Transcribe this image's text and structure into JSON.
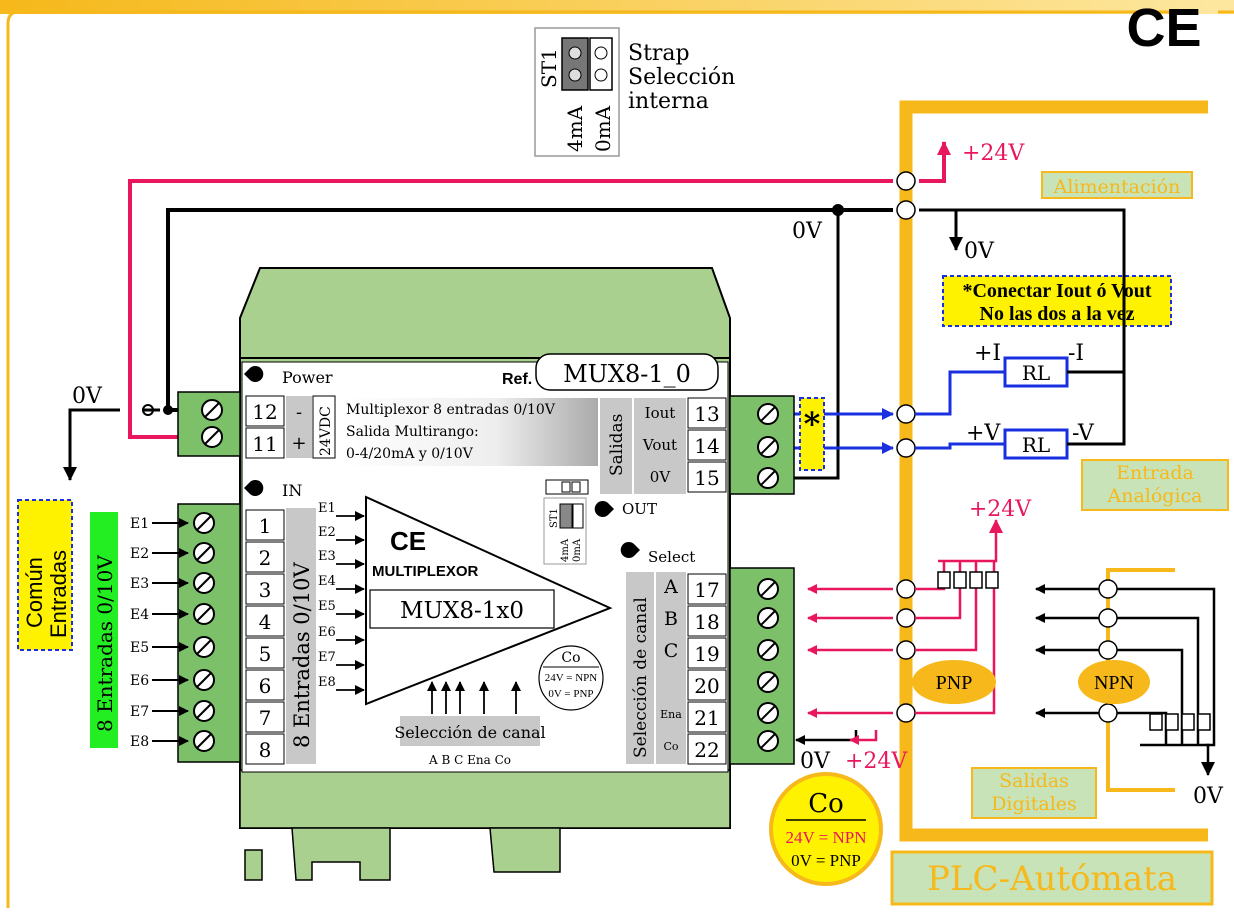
{
  "ce_mark": "CE",
  "strap": {
    "jumper_label": "ST1",
    "options": [
      "4mA",
      "0mA"
    ],
    "title_lines": [
      "Strap",
      "Selección",
      "interna"
    ]
  },
  "power_bus": {
    "plus24": "+24V",
    "zero_v": "0V",
    "zero_v_tap": "0V",
    "left_zero_v": "0V",
    "alimentacion": "Alimentación"
  },
  "note_lines": [
    "*Conectar Iout ó Vout",
    "No las dos a la vez"
  ],
  "analog_input": {
    "rl_label": "RL",
    "plus_i": "+I",
    "minus_i": "-I",
    "plus_v": "+V",
    "minus_v": "-V",
    "entrada": "Entrada",
    "analogica": "Analógica"
  },
  "module": {
    "power_label": "Power",
    "ref_label": "Ref.",
    "ref_value": "MUX8-1_0",
    "description_lines": [
      "Multiplexor 8 entradas 0/10V",
      "Salida Multirango:",
      "0-4/20mA  y  0/10V"
    ],
    "terminals_power": [
      "12",
      "11"
    ],
    "power_signs": [
      "-",
      "+"
    ],
    "vdc_label": "24VDC",
    "in_label": "IN",
    "terminals_inputs": [
      "1",
      "2",
      "3",
      "4",
      "5",
      "6",
      "7",
      "8"
    ],
    "inputs_group_label": "8 Entradas 0/10V",
    "input_names": [
      "E1",
      "E2",
      "E3",
      "E4",
      "E5",
      "E6",
      "E7",
      "E8"
    ],
    "salidas_label": "Salidas",
    "outputs": [
      {
        "name": "Iout",
        "terminal": "13"
      },
      {
        "name": "Vout",
        "terminal": "14"
      },
      {
        "name": "0V",
        "terminal": "15"
      }
    ],
    "out_label": "OUT",
    "select_label": "Select",
    "selection_group_label": "Selección de canal",
    "select_terminals": [
      {
        "name": "A",
        "terminal": "17"
      },
      {
        "name": "B",
        "terminal": "18"
      },
      {
        "name": "C",
        "terminal": "19"
      },
      {
        "name": "",
        "terminal": "20"
      },
      {
        "name": "Ena",
        "terminal": "21"
      },
      {
        "name": "Co",
        "terminal": "22"
      }
    ],
    "mux_ce": "CE",
    "mux_title": "MULTIPLEXOR",
    "mux_model": "MUX8-1x0",
    "sel_box_label": "Selección de canal",
    "sel_letters": "A B C  Ena Co",
    "co_small": {
      "title": "Co",
      "line1": "24V = NPN",
      "line2": "0V = PNP"
    },
    "st1_small": "ST1",
    "st1_small_opts": [
      "4mA",
      "0mA"
    ]
  },
  "left_side": {
    "comun_lines": [
      "Común",
      "Entradas"
    ],
    "entradas_label": "8 Entradas 0/10V",
    "input_names": [
      "E1",
      "E2",
      "E3",
      "E4",
      "E5",
      "E6",
      "E7",
      "E8"
    ]
  },
  "digital": {
    "plus24_top": "+24V",
    "pnp": "PNP",
    "npn": "NPN",
    "zero_v_bottom": "0V",
    "zero_v_co": "0V",
    "plus24_co": "+24V",
    "salidas": "Salidas",
    "digitales": "Digitales"
  },
  "co_big": {
    "title": "Co",
    "line1": "24V = NPN",
    "line2": "0V = PNP"
  },
  "plc_label": "PLC-Autómata",
  "colors": {
    "module_green": "#a9d08e",
    "terminal_green": "#7cc06a",
    "plc_orange": "#f6b81a",
    "wire_red": "#e8175d",
    "wire_blue": "#1a2fe0",
    "label_bg": "#c9e3b8",
    "yellow": "#fff200",
    "bright_green": "#22ee22"
  }
}
